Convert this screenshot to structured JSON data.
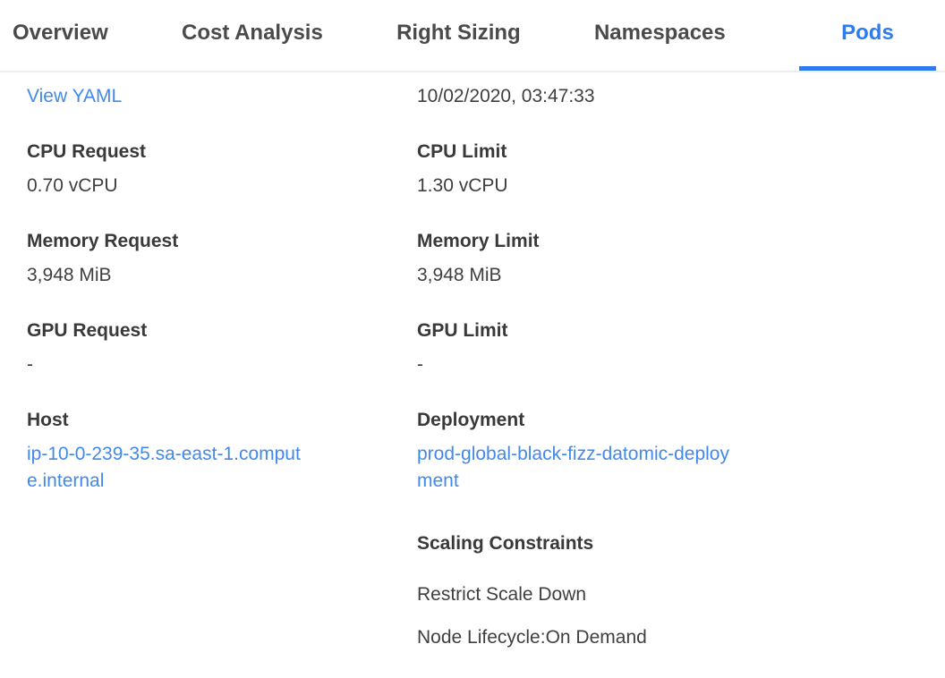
{
  "tabs": {
    "items": [
      {
        "label": "Overview",
        "active": false
      },
      {
        "label": "Cost Analysis",
        "active": false
      },
      {
        "label": "Right Sizing",
        "active": false
      },
      {
        "label": "Namespaces",
        "active": false
      },
      {
        "label": "Pods",
        "active": true
      }
    ]
  },
  "details": {
    "view_yaml_link": "View YAML",
    "timestamp": "10/02/2020, 03:47:33",
    "left_fields": [
      {
        "label": "CPU Request",
        "value": "0.70 vCPU"
      },
      {
        "label": "Memory Request",
        "value": "3,948 MiB"
      },
      {
        "label": "GPU Request",
        "value": "-"
      },
      {
        "label": "Host",
        "value": "ip-10-0-239-35.sa-east-1.compute.internal"
      }
    ],
    "right_fields": [
      {
        "label": "CPU Limit",
        "value": "1.30 vCPU"
      },
      {
        "label": "Memory Limit",
        "value": "3,948 MiB"
      },
      {
        "label": "GPU Limit",
        "value": "-"
      },
      {
        "label": "Deployment",
        "value": "prod-global-black-fizz-datomic-deployment"
      }
    ],
    "scaling": {
      "label": "Scaling Constraints",
      "items": [
        "Restrict Scale Down",
        "Node Lifecycle:On Demand"
      ]
    }
  },
  "colors": {
    "active_tab": "#2d7cec",
    "tab_underline": "#2d7cec",
    "link": "#4189ea",
    "label_text": "#393939",
    "value_text": "#3f3f3f",
    "inactive_tab_text": "#4a4a4a",
    "tabbar_border": "#ededed"
  }
}
